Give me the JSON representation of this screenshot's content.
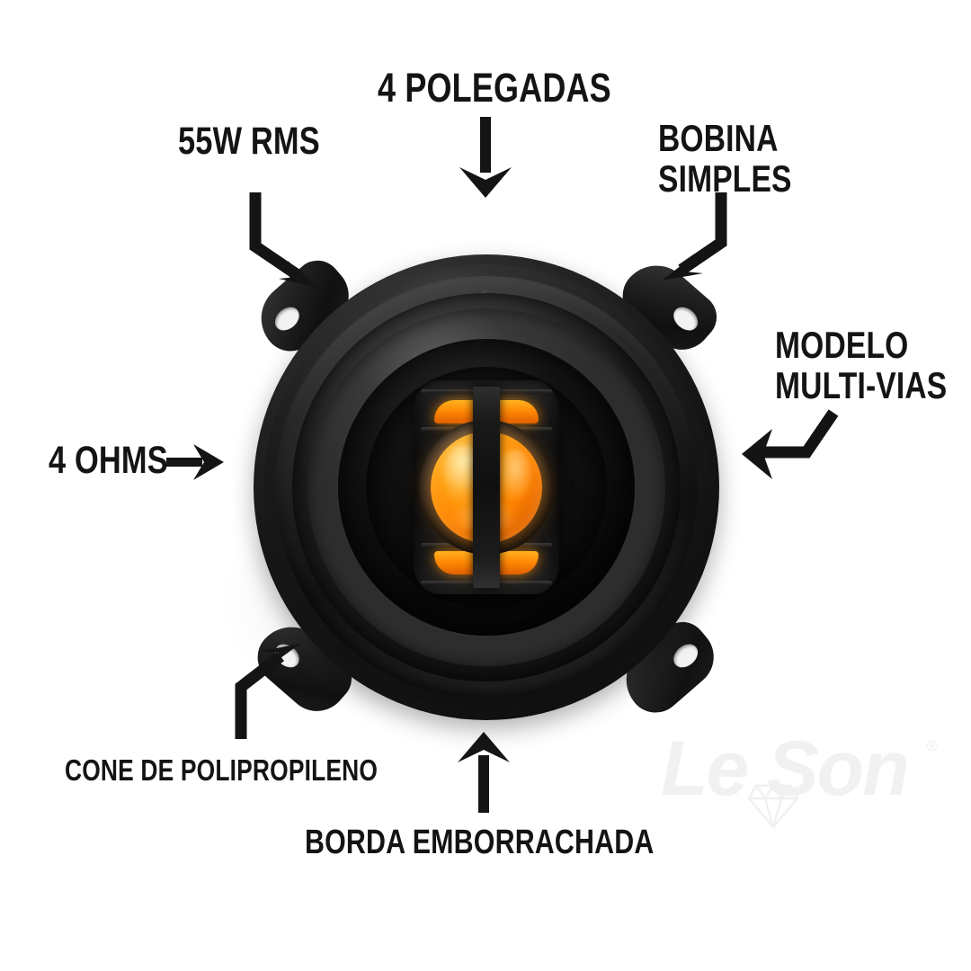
{
  "meta": {
    "background_color": "#ffffff",
    "text_color": "#141414",
    "accent_color": "#ff8c00",
    "watermark_color": "#f1f1f1"
  },
  "callouts": [
    {
      "id": "potencia",
      "label": "55W RMS",
      "arrow": "elbow-arrow-down-right-icon"
    },
    {
      "id": "tamanho",
      "label": "4 POLEGADAS",
      "arrow": "arrow-down-icon"
    },
    {
      "id": "bobina",
      "label_line1": "BOBINA",
      "label_line2": "SIMPLES",
      "arrow": "elbow-arrow-down-left-icon"
    },
    {
      "id": "modelo",
      "label_line1": "MODELO",
      "label_line2": "MULTI-VIAS",
      "arrow": "elbow-arrow-left-icon"
    },
    {
      "id": "impedancia",
      "label": "4 OHMS",
      "arrow": "arrow-right-icon"
    },
    {
      "id": "cone",
      "label": "CONE DE POLIPROPILENO",
      "arrow": "elbow-arrow-up-right-icon"
    },
    {
      "id": "borda",
      "label": "BORDA EMBORRACHADA",
      "arrow": "arrow-up-icon"
    }
  ],
  "product": {
    "name": "speaker-driver",
    "type": "car-coaxial-speaker",
    "parts": [
      "mounting-tab",
      "frame-basket",
      "rubber-surround",
      "polypropylene-cone",
      "tweeter-pod",
      "orange-dome",
      "bridge-bar"
    ]
  },
  "watermark": {
    "brand": "Le Son",
    "registered_mark": "®",
    "icon": "diamond-icon"
  }
}
